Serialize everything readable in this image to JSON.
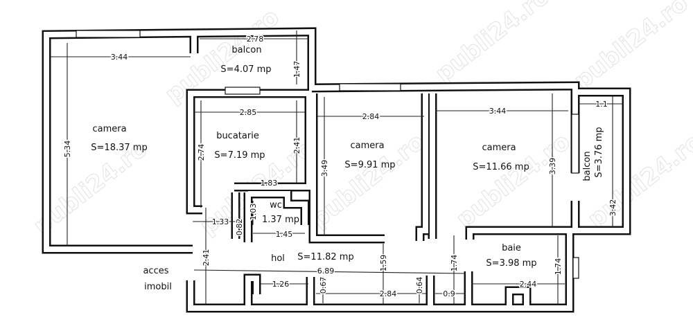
{
  "watermark": "publi24.ro",
  "rooms": {
    "camera1": {
      "name": "camera",
      "area": "S=18.37 mp"
    },
    "balcon1": {
      "name": "balcon",
      "area": "S=4.07 mp"
    },
    "bucatarie": {
      "name": "bucatarie",
      "area": "S=7.19 mp"
    },
    "camera2": {
      "name": "camera",
      "area": "S=9.91 mp"
    },
    "camera3": {
      "name": "camera",
      "area": "S=11.66 mp"
    },
    "balcon2": {
      "name": "balcon",
      "area": "S=3.76 mp"
    },
    "wc": {
      "name": "wc",
      "area": "1.37 mp"
    },
    "hol": {
      "name": "hol",
      "area": "S=11.82 mp"
    },
    "baie": {
      "name": "baie",
      "area": "S=3.98 mp"
    }
  },
  "entrance": {
    "line1": "acces",
    "line2": "imobil"
  },
  "dimensions": [
    "2.78",
    "1.47",
    "3.44",
    "5.34",
    "2.85",
    "2.74",
    "2.41",
    "1.83",
    "2.84",
    "3.49",
    "3.44",
    "3.39",
    "1.1",
    "3.42",
    "1.33",
    "0.82",
    "1.03",
    "1.45",
    "2.41",
    "6.89",
    "1.59",
    "1.74",
    "1.74",
    "1.26",
    "0.67",
    "2.84",
    "0.64",
    "0.9",
    "2.44"
  ]
}
